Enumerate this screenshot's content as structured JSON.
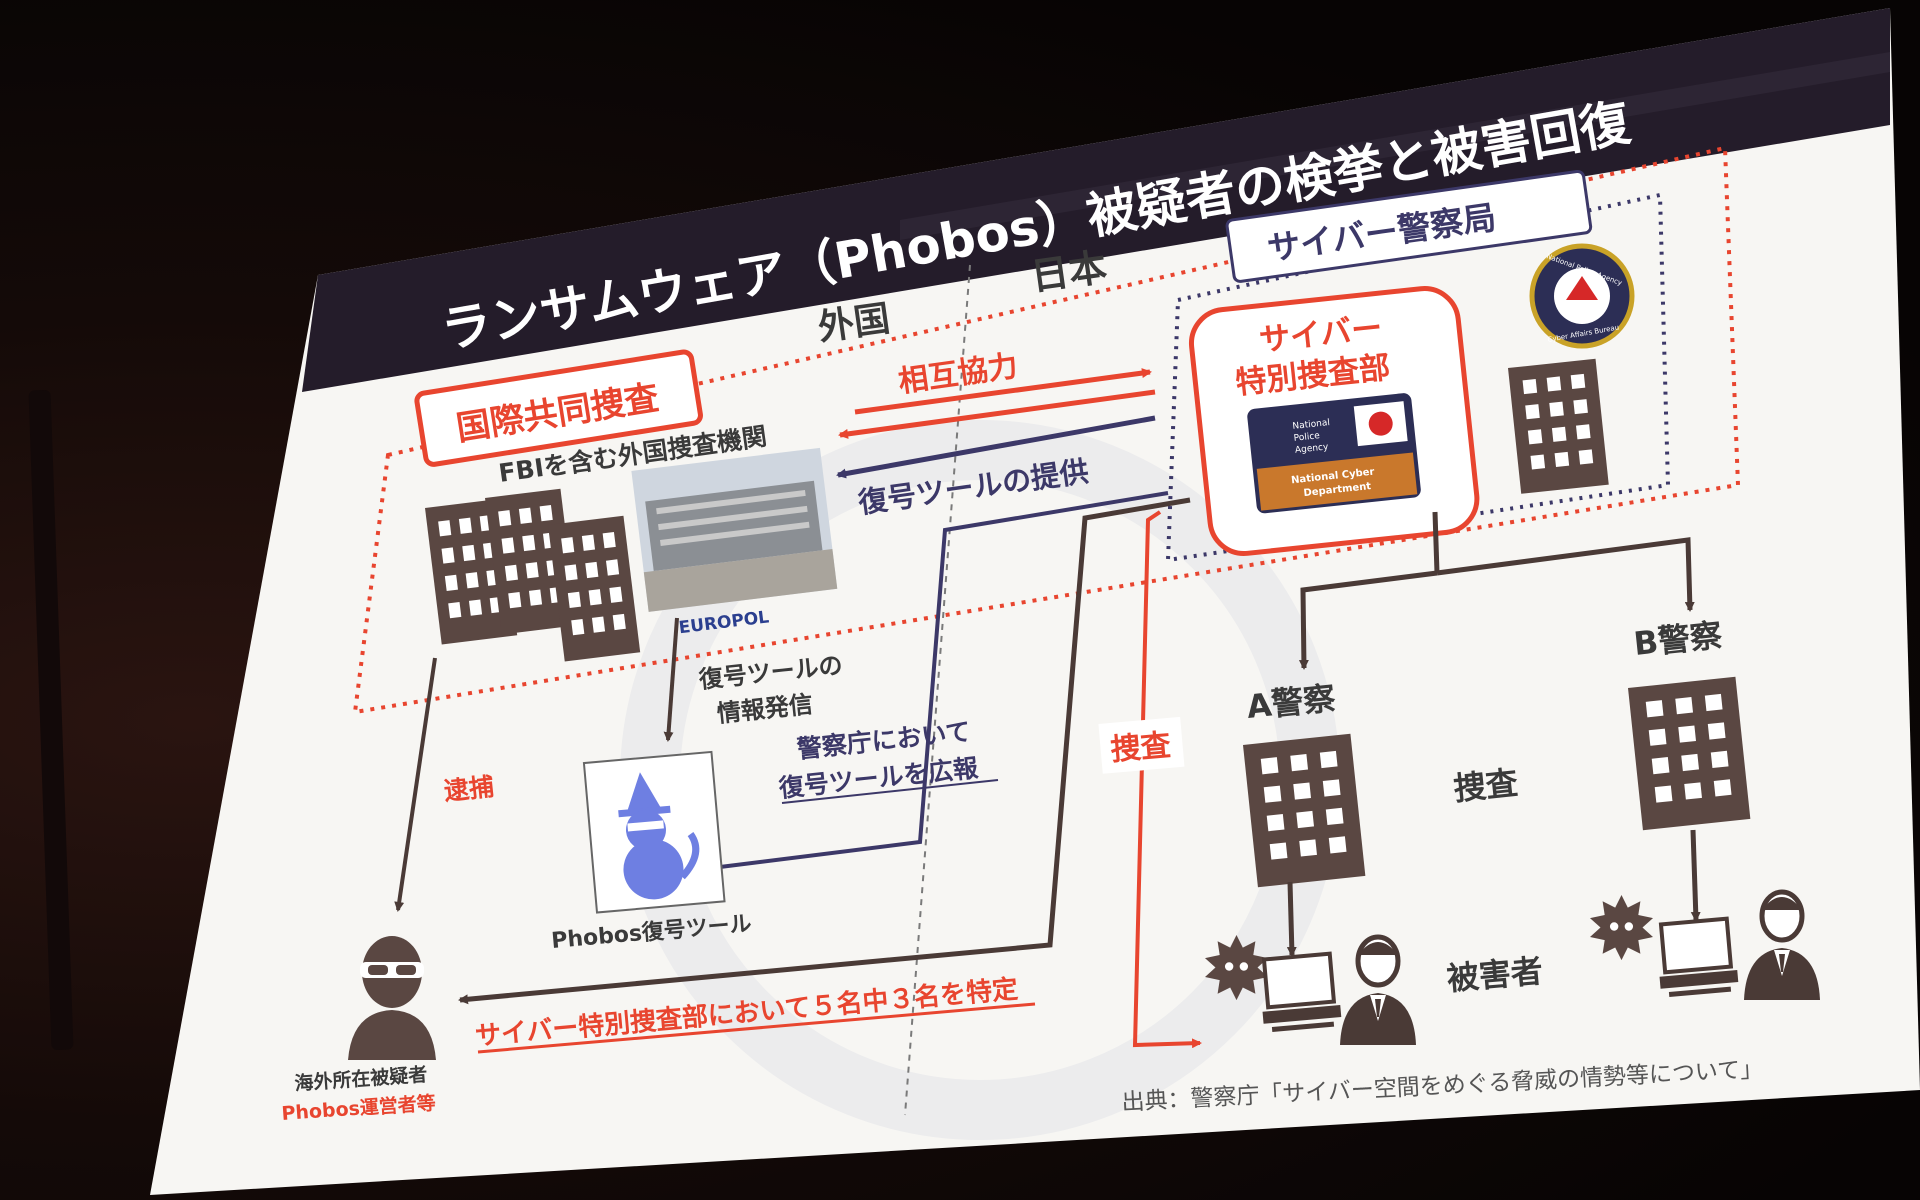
{
  "slide": {
    "title": "ランサムウェア（Phobos）被疑者の検挙と被害回復",
    "country_foreign": "外国",
    "country_japan": "日本",
    "intl_joint": "国際共同捜査",
    "foreign_agencies": "FBIを含む外国捜査機関",
    "europol": "EUROPOL",
    "mutual": "相互協力",
    "tool_provide": "復号ツールの提供",
    "cyber_bureau": "サイバー警察局",
    "special_unit_line1": "サイバー",
    "special_unit_line2": "特別捜査部",
    "ncd_n": "National",
    "ncd_p": "Police",
    "ncd_a": "Agency",
    "ncd_bottom1": "National Cyber",
    "ncd_bottom2": "Department",
    "seal_text_top": "National Police Agency",
    "seal_text_bottom": "Cyber Affairs Bureau",
    "tool_info_line1": "復号ツールの",
    "tool_info_line2": "情報発信",
    "npa_pr_line1": "警察庁において",
    "npa_pr_line2": "復号ツールを広報",
    "tool_name": "Phobos復号ツール",
    "arrest": "逮捕",
    "investigate_vertical": "捜査",
    "police_a": "A警察",
    "police_b": "B警察",
    "investigate_center": "捜査",
    "victims": "被害者",
    "identified": "サイバー特別捜査部において５名中３名を特定",
    "suspect_line1": "海外所在被疑者",
    "suspect_line2": "Phobos運営者等",
    "source": "出典：警察庁「サイバー空間をめぐる脅威の情勢等について」"
  },
  "colors": {
    "red": "#e8452f",
    "navy": "#3c3868",
    "brown": "#5a4742",
    "cat": "#6e7fe2",
    "banner": "#241c2a"
  }
}
